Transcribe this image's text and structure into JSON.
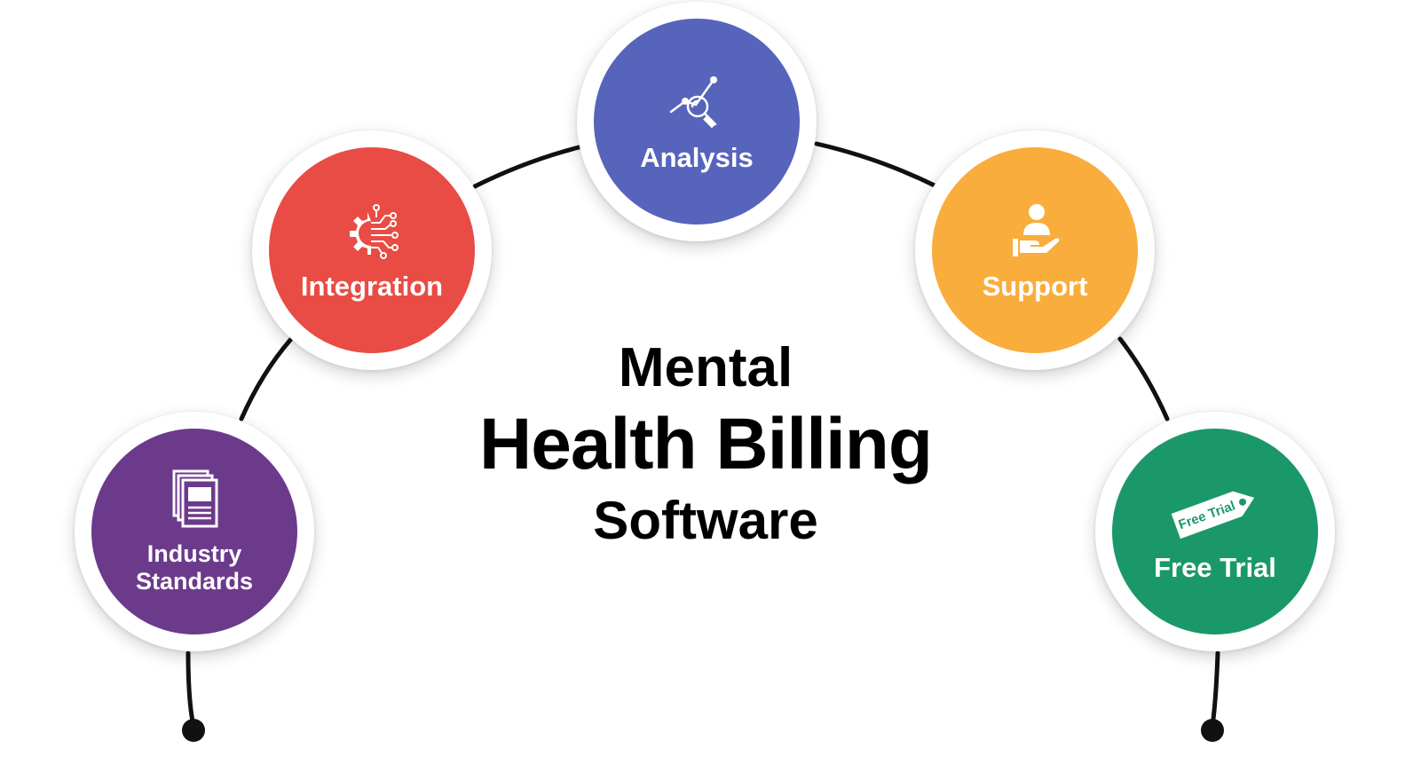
{
  "title": {
    "line1": "Mental",
    "line2": "Health Billing",
    "line3": "Software"
  },
  "nodes": [
    {
      "label": "Industry Standards",
      "line1": "Industry",
      "line2": "Standards",
      "color": "#6c3a8b",
      "icon": "documents-icon"
    },
    {
      "label": "Integration",
      "color": "#e84c44",
      "icon": "gear-circuit-icon"
    },
    {
      "label": "Analysis",
      "color": "#5764bb",
      "icon": "magnifier-analytics-icon"
    },
    {
      "label": "Support",
      "color": "#f9ad3c",
      "icon": "hand-person-icon"
    },
    {
      "label": "Free Trial",
      "color": "#1b986a",
      "icon": "price-tag-icon",
      "tag_text": "Free Trial"
    }
  ],
  "colors": {
    "connector": "#111111",
    "background": "#ffffff"
  }
}
